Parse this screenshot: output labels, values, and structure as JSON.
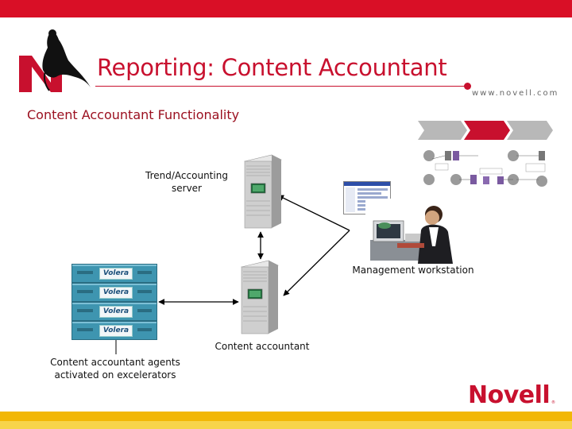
{
  "slide": {
    "title": "Reporting: Content Accountant",
    "subtitle": "Content Accountant Functionality",
    "url": "www.novell.com",
    "brand": "Novell",
    "trademark": "®"
  },
  "nodes": {
    "trend_server": {
      "line1": "Trend/Accounting",
      "line2": "server"
    },
    "workstation": "Management workstation",
    "content_accountant": "Content accountant",
    "agents": {
      "line1": "Content accountant agents",
      "line2": "activated on excelerators"
    },
    "accelerator_brand": "Volera"
  },
  "colors": {
    "accent": "#c8102e",
    "top_bar": "#d90f26",
    "bottom_bar": "#f2b705",
    "accelerator": "#3e95b0"
  }
}
